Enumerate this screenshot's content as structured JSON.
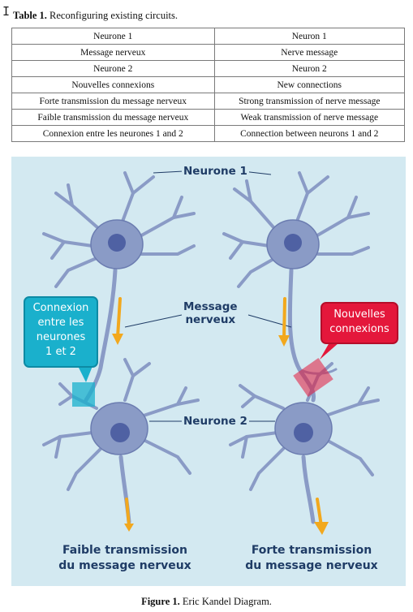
{
  "table": {
    "caption_label": "Table 1.",
    "caption_text": " Reconfiguring existing circuits.",
    "rows": [
      [
        "Neurone 1",
        "Neuron 1"
      ],
      [
        "Message nerveux",
        "Nerve message"
      ],
      [
        "Neurone 2",
        "Neuron 2"
      ],
      [
        "Nouvelles connexions",
        "New connections"
      ],
      [
        "Forte transmission du message nerveux",
        "Strong transmission of nerve message"
      ],
      [
        "Faible transmission du message nerveux",
        "Weak transmission of nerve message"
      ],
      [
        "Connexion entre les neurones 1 and 2",
        "Connection between neurons 1 and 2"
      ]
    ]
  },
  "figure": {
    "neurone1": "Neurone 1",
    "neurone2": "Neurone 2",
    "message_line1": "Message",
    "message_line2": "nerveux",
    "connexion_lines": [
      "Connexion",
      "entre les",
      "neurones",
      "1 et 2"
    ],
    "nouvelles_lines": [
      "Nouvelles",
      "connexions"
    ],
    "faible_line1": "Faible transmission",
    "faible_line2": "du message nerveux",
    "forte_line1": "Forte transmission",
    "forte_line2": "du message nerveux",
    "colors": {
      "background": "#d3e9f1",
      "neuron": "#8a9bc6",
      "nucleus": "#4f61a3",
      "arrow": "#f2a81d",
      "connexion_box": "#1ab0cc",
      "nouvelles_box": "#e4173b",
      "label_text": "#1f3c66"
    }
  },
  "figure_caption": {
    "label": "Figure 1.",
    "text": " Eric Kandel Diagram."
  }
}
